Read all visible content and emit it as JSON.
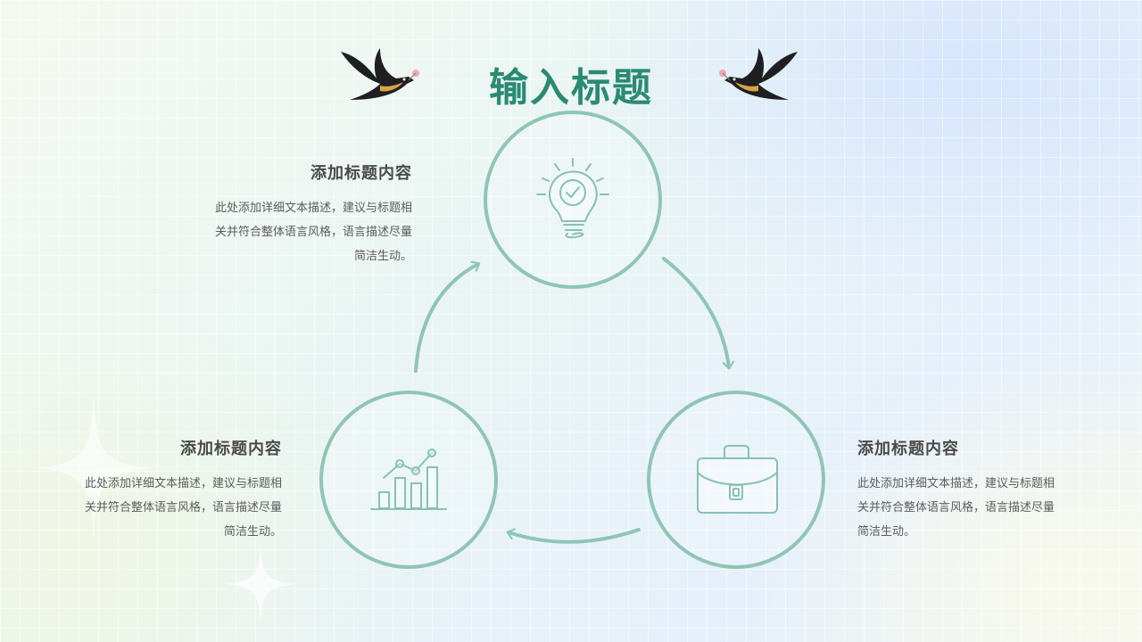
{
  "slide": {
    "title": "输入标题"
  },
  "blocks": [
    {
      "heading": "添加标题内容",
      "body": "此处添加详细文本描述，建议与标题相关并符合整体语言风格，语言描述尽量简洁生动。",
      "icon": "lightbulb-icon"
    },
    {
      "heading": "添加标题内容",
      "body": "此处添加详细文本描述，建议与标题相关并符合整体语言风格，语言描述尽量简洁生动。",
      "icon": "bar-chart-icon"
    },
    {
      "heading": "添加标题内容",
      "body": "此处添加详细文本描述，建议与标题相关并符合整体语言风格，语言描述尽量简洁生动。",
      "icon": "briefcase-icon"
    }
  ],
  "colors": {
    "accent": "#2a8a72",
    "circle_stroke": "#8ec5b6",
    "icon_stroke": "#86c2b3",
    "text": "#5c5c5c"
  }
}
